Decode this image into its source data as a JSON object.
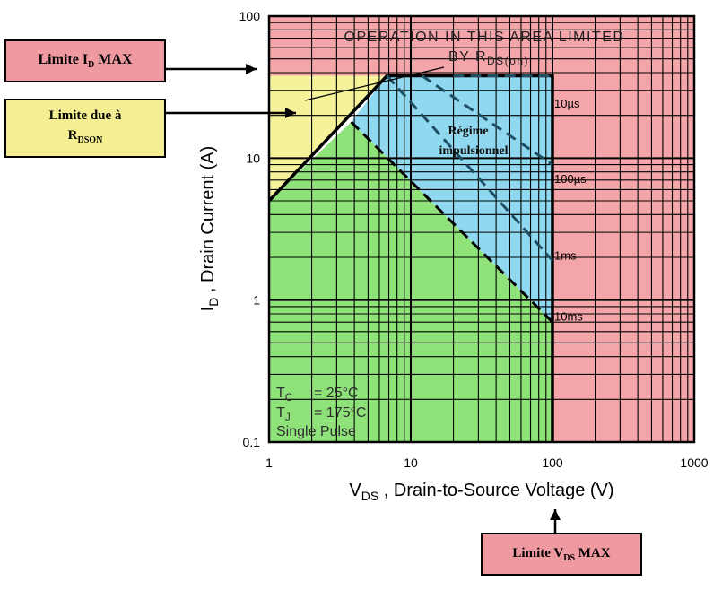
{
  "chart_data": {
    "type": "area",
    "scale": "log-log",
    "xlim": [
      1,
      1000
    ],
    "ylim": [
      0.1,
      100
    ],
    "x_ticks": [
      "1",
      "10",
      "100",
      "1000"
    ],
    "y_ticks": [
      "0.1",
      "1",
      "10",
      "100"
    ],
    "xlabel": {
      "main": "V",
      "sub": "DS",
      "rest": " , Drain-to-Source Voltage (V)"
    },
    "ylabel": {
      "main": "I",
      "sub": "D",
      "rest": " , Drain Current (A)"
    },
    "grid": true,
    "limits": {
      "id_max": 38,
      "vds_max": 100
    },
    "regions": [
      {
        "name": "ID max limit",
        "color": "#f3a5a9"
      },
      {
        "name": "VDS max limit",
        "color": "#f3a5a9"
      },
      {
        "name": "RDS(on) limit",
        "color": "#f5f29a"
      },
      {
        "name": "Pulsed regime",
        "color": "#8fd8ef"
      },
      {
        "name": "DC safe area",
        "color": "#8fe27a"
      }
    ],
    "boundaries": {
      "rds_on": [
        [
          1,
          5
        ],
        [
          6.8,
          38
        ]
      ],
      "dc_10ms": [
        [
          3.8,
          18
        ],
        [
          100,
          0.7
        ]
      ],
      "pulse_1ms": [
        [
          6.8,
          38
        ],
        [
          100,
          1.9
        ]
      ],
      "pulse_100us": [
        [
          12,
          38
        ],
        [
          100,
          9
        ]
      ],
      "pulse_10us": [
        [
          20,
          38
        ],
        [
          100,
          38
        ]
      ]
    },
    "curve_labels": [
      {
        "text": "10µs",
        "x": 100,
        "y": 24
      },
      {
        "text": "100µs",
        "x": 100,
        "y": 7.1
      },
      {
        "text": "1ms",
        "x": 100,
        "y": 2.05
      },
      {
        "text": "10ms",
        "x": 100,
        "y": 0.76
      }
    ],
    "annotations": {
      "area_limited_line1": "OPERATION IN THIS AREA LIMITED",
      "area_limited_line2": "BY R",
      "area_limited_sub": "DS(on)",
      "regime_line1": "Régime",
      "regime_line2": "impulsionnel",
      "tc_label": "T",
      "tc_sub": "C",
      "tc_value": "= 25°C",
      "tj_label": "T",
      "tj_sub": "J",
      "tj_value": "= 175°C",
      "single_pulse": "Single Pulse"
    }
  },
  "callouts": {
    "id_max": {
      "prefix": "Limite I",
      "sub": "D",
      "suffix": " MAX"
    },
    "rds": {
      "line1": "Limite due à",
      "main": "R",
      "sub": "DSON"
    },
    "vds_max": {
      "prefix": "Limite V",
      "sub": "DS",
      "suffix": " MAX"
    }
  },
  "colors": {
    "red": "#f3a5a9",
    "yellow": "#f5f29a",
    "blue": "#8fd8ef",
    "green": "#8fe27a",
    "grid": "#000000",
    "dash": "#1f4f63"
  }
}
